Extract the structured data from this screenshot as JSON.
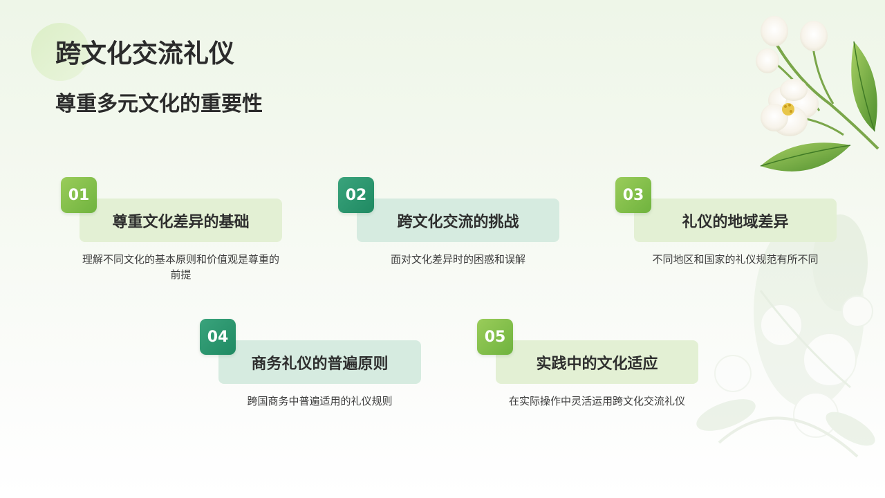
{
  "header": {
    "title": "跨文化交流礼仪",
    "subtitle": "尊重多元文化的重要性"
  },
  "colors": {
    "accent_green": "#7cbb45",
    "accent_teal": "#23906a",
    "label_green_bg": "#e3f0d4",
    "label_teal_bg": "#d6ebe0",
    "text_dark": "#2b2b2b"
  },
  "items": [
    {
      "number": "01",
      "title": "尊重文化差异的基础",
      "description": "理解不同文化的基本原则和价值观是尊重的前提",
      "theme": "green"
    },
    {
      "number": "02",
      "title": "跨文化交流的挑战",
      "description": "面对文化差异时的困惑和误解",
      "theme": "teal"
    },
    {
      "number": "03",
      "title": "礼仪的地域差异",
      "description": "不同地区和国家的礼仪规范有所不同",
      "theme": "green"
    },
    {
      "number": "04",
      "title": "商务礼仪的普遍原则",
      "description": "跨国商务中普遍适用的礼仪规则",
      "theme": "teal"
    },
    {
      "number": "05",
      "title": "实践中的文化适应",
      "description": "在实际操作中灵活运用跨文化交流礼仪",
      "theme": "green"
    }
  ],
  "decoration": {
    "icons": [
      "jasmine-flower-icon",
      "leaf-icon"
    ]
  }
}
